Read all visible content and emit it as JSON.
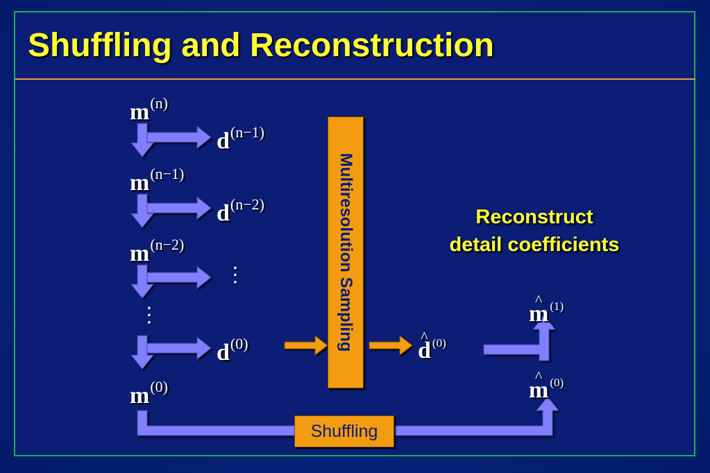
{
  "title": "Shuffling and Reconstruction",
  "colors": {
    "title": "#ffff33",
    "background": "#0b1d74",
    "frame": "#1fae57",
    "rule": "#e6a24a",
    "orange": "#f39c12",
    "arrow": "#8080ff"
  },
  "left_column": {
    "m_n": {
      "base": "m",
      "sup": "(n)"
    },
    "m_n1": {
      "base": "m",
      "sup": "(n−1)"
    },
    "m_n2": {
      "base": "m",
      "sup": "(n−2)"
    },
    "m_0": {
      "base": "m",
      "sup": "(0)"
    },
    "vdots": "⋮"
  },
  "detail_column": {
    "d_n1": {
      "base": "d",
      "sup": "(n−1)"
    },
    "d_n2": {
      "base": "d",
      "sup": "(n−2)"
    },
    "vdots": "⋮",
    "d_0": {
      "base": "d",
      "sup": "(0)"
    }
  },
  "sampling_box": "Multiresolution Sampling",
  "d_hat_0": {
    "base": "d",
    "sup": "(0)"
  },
  "note": {
    "line1": "Reconstruct",
    "line2": "detail coefficients"
  },
  "m_hat_1": {
    "base": "m",
    "sup": "(1)"
  },
  "m_hat_0": {
    "base": "m",
    "sup": "(0)"
  },
  "shuffling_box": "Shuffling"
}
